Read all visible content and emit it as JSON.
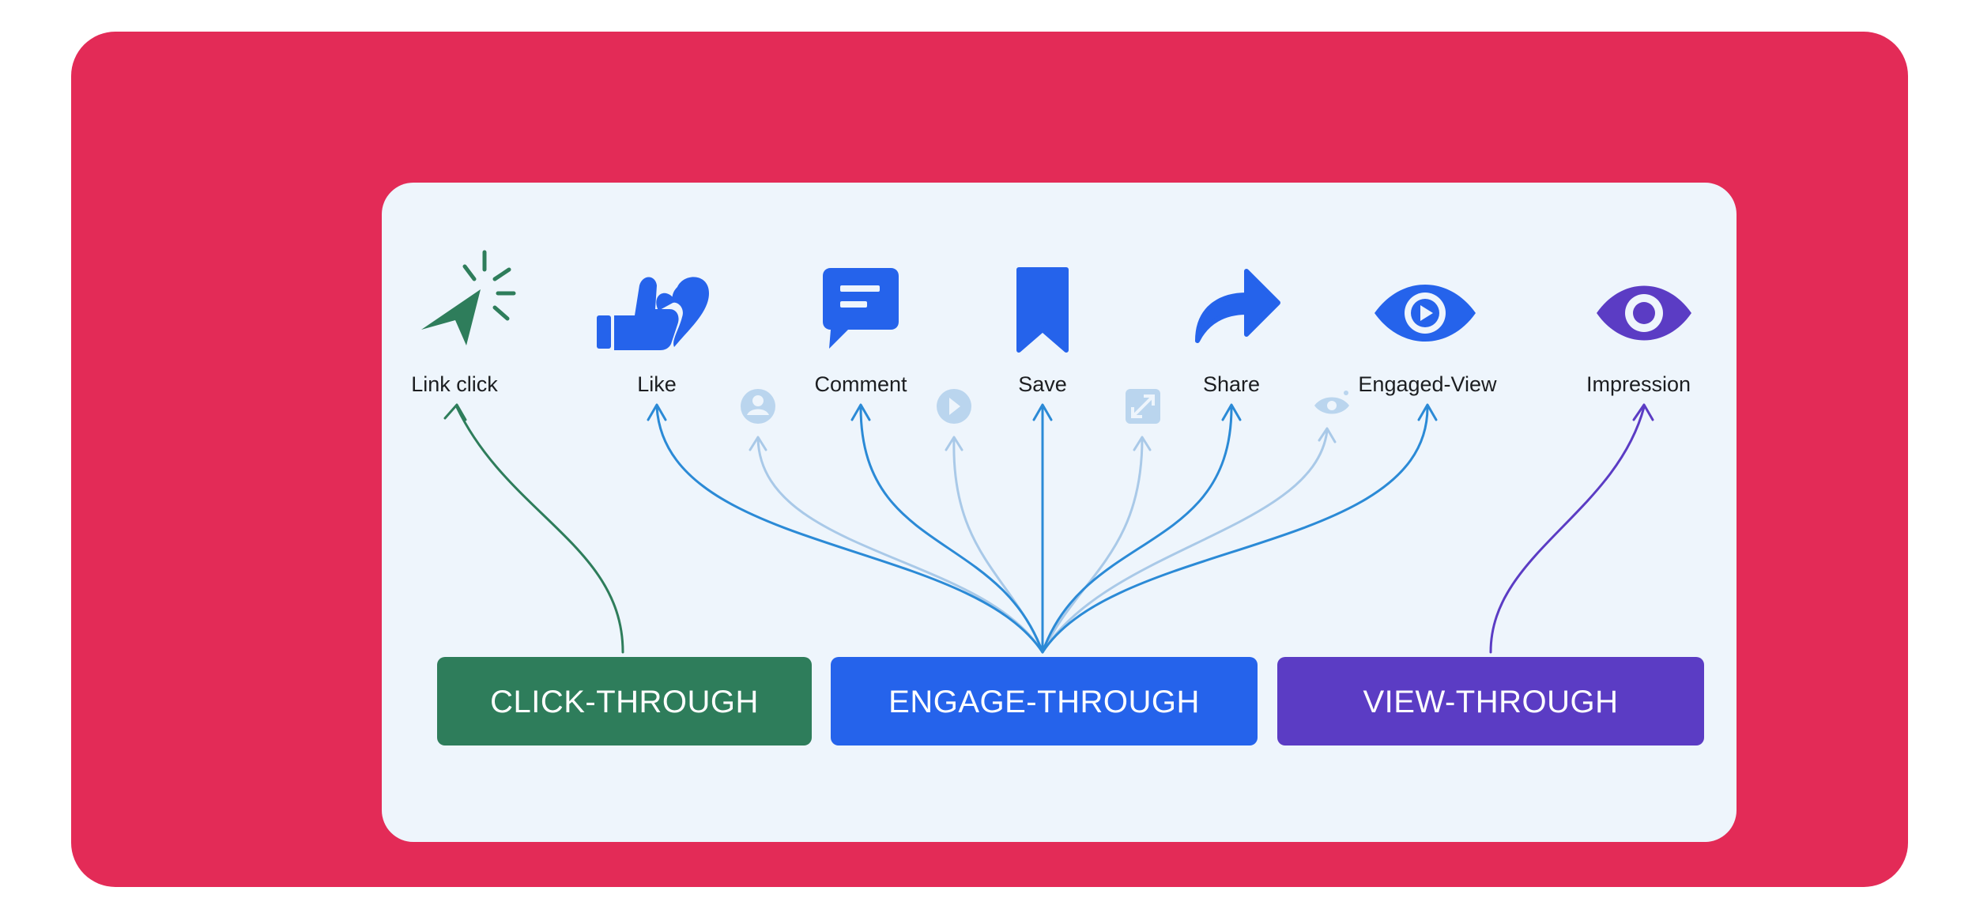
{
  "actions": [
    {
      "label": "Link click",
      "icon": "cursor-click-icon"
    },
    {
      "label": "Like",
      "icon": "like-heart-icon"
    },
    {
      "label": "Comment",
      "icon": "comment-icon"
    },
    {
      "label": "Save",
      "icon": "bookmark-icon"
    },
    {
      "label": "Share",
      "icon": "share-icon"
    },
    {
      "label": "Engaged-View",
      "icon": "play-eye-icon"
    },
    {
      "label": "Impression",
      "icon": "eye-icon"
    }
  ],
  "faded_icons": [
    "profile-icon",
    "play-icon",
    "expand-icon",
    "view-icon"
  ],
  "categories": {
    "click_through": {
      "label": "CLICK-THROUGH",
      "color": "#2e7d5b"
    },
    "engage_through": {
      "label": "ENGAGE-THROUGH",
      "color": "#2563eb"
    },
    "view_through": {
      "label": "VIEW-THROUGH",
      "color": "#5b3cc4"
    }
  },
  "colors": {
    "background": "#e32b57",
    "card": "#eef5fc",
    "engage_arrow": "#2b8ad6",
    "faded_arrow": "#a9c9e8"
  }
}
